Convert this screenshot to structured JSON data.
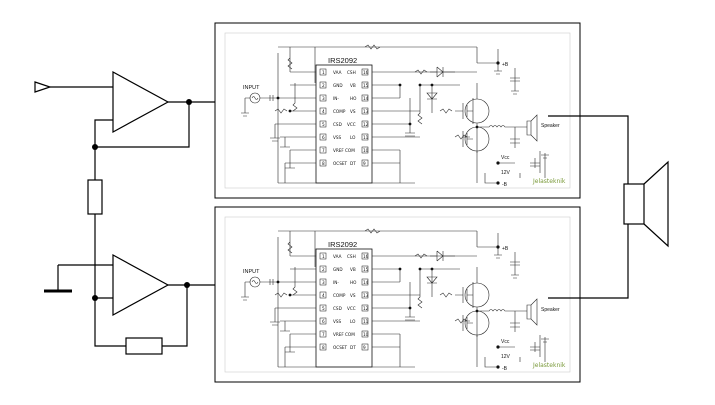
{
  "amp": {
    "chip": "IRS2092",
    "input_label": "INPUT",
    "left_pins": [
      "VAA",
      "GND",
      "IN-",
      "COMP",
      "CSD",
      "VSS",
      "VREF",
      "OCSET"
    ],
    "right_pins": [
      "CSH",
      "VB",
      "HO",
      "VS",
      "VCC",
      "LO",
      "COM",
      "DT"
    ],
    "pin_numbers_left": [
      "1",
      "2",
      "3",
      "4",
      "5",
      "6",
      "7",
      "8"
    ],
    "pin_numbers_right": [
      "16",
      "15",
      "14",
      "13",
      "12",
      "11",
      "10",
      "9"
    ],
    "plus_b": "+B",
    "minus_b": "-B",
    "vcc": "Vcc",
    "supply": "12V",
    "speaker": "Speaker",
    "watermark": "Jelasteknik"
  }
}
